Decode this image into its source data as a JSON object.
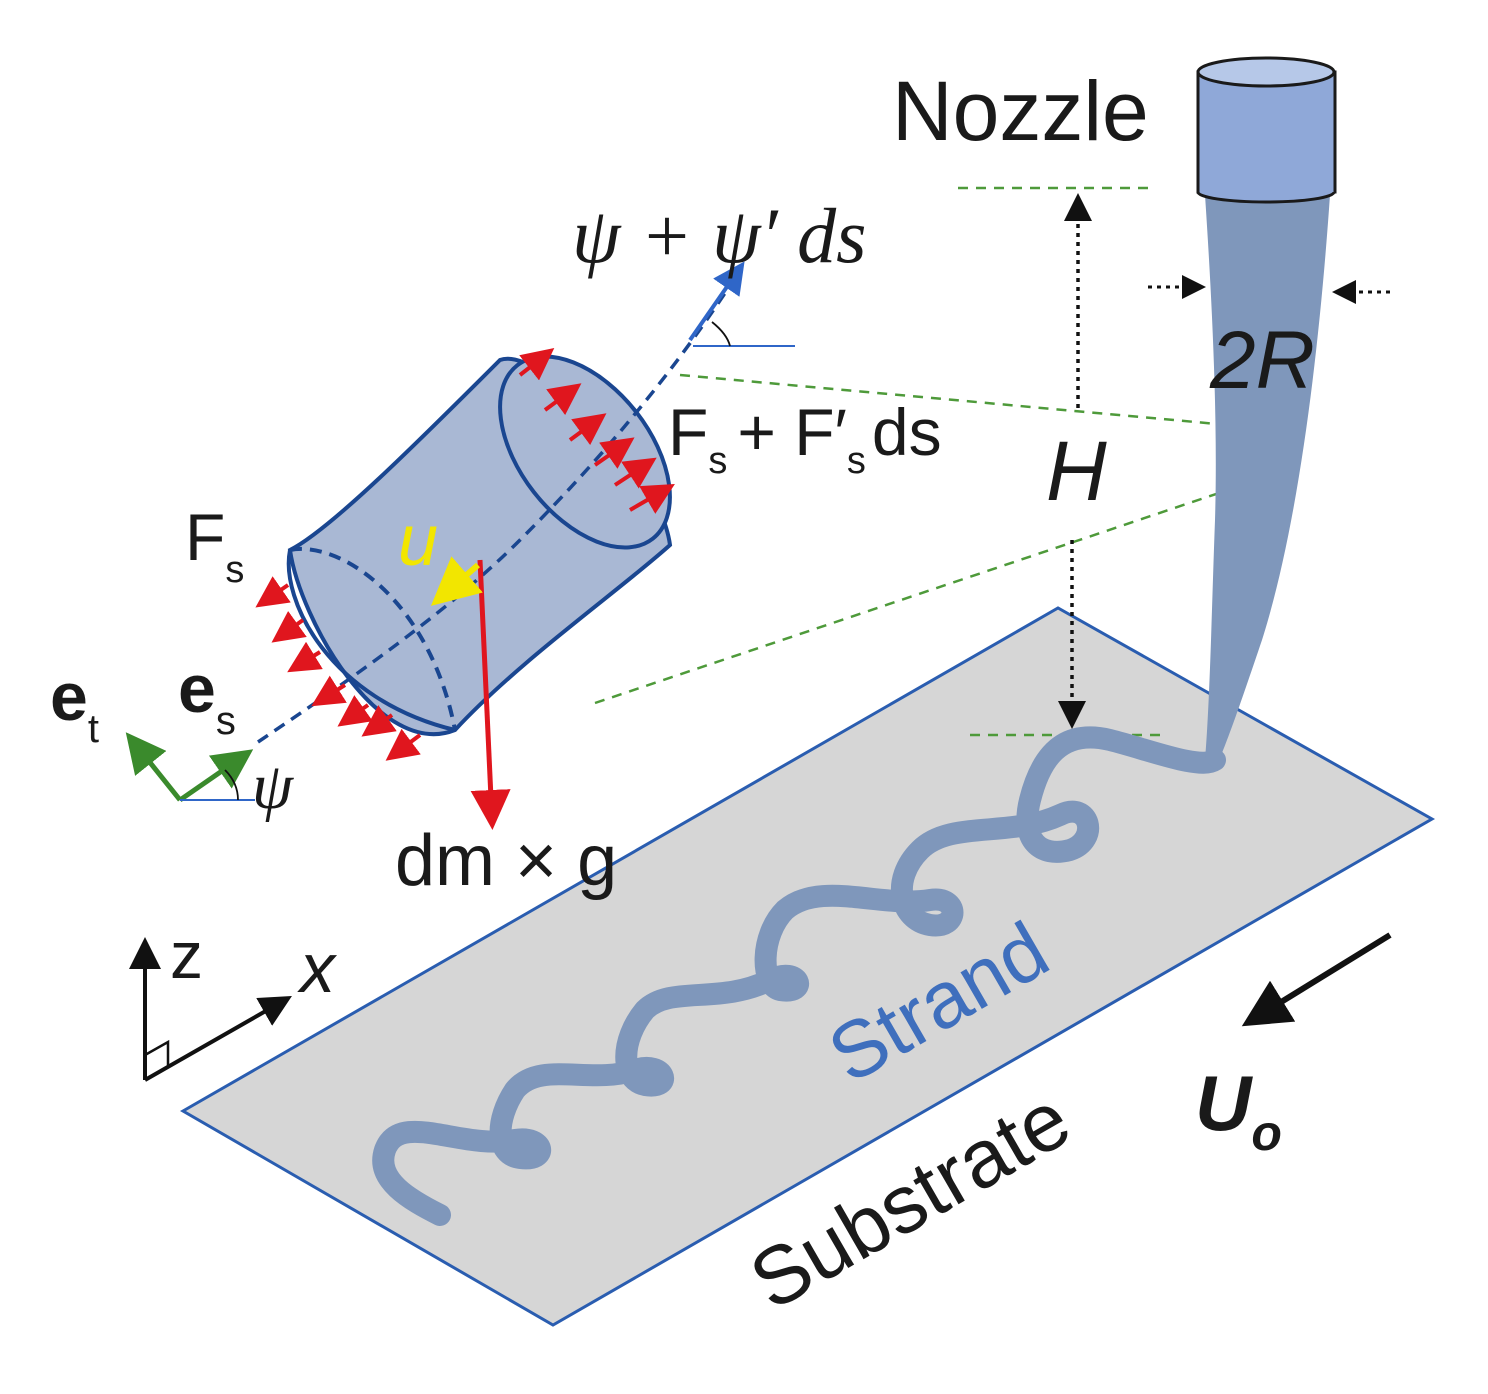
{
  "labels": {
    "nozzle": "Nozzle",
    "psi_plus": "ψ + ψ′ ds",
    "two_r": "2R",
    "fs_plus": "F",
    "fs_plus_sub": "s",
    "fs_plus_rest_a": "+ F′",
    "fs_plus_sub2": "s",
    "fs_plus_rest_b": "ds",
    "h": "H",
    "fs": "F",
    "fs_sub": "s",
    "u": "u",
    "e_t": "e",
    "e_t_sub": "t",
    "e_s": "e",
    "e_s_sub": "s",
    "psi": "ψ",
    "dmg": "dm × g",
    "z": "z",
    "x": "x",
    "strand": "Strand",
    "substrate": "Substrate",
    "u0": "U",
    "u0_sub": "o"
  },
  "colors": {
    "nozzle_fill": "#8fa8d8",
    "strand_fill": "#7f97bb",
    "substrate_fill": "#d6d6d6",
    "substrate_edge": "#2a5db0",
    "cylinder_fill": "#a9b8d4",
    "cylinder_edge": "#1a4690",
    "force_red": "#e0161e",
    "basis_green": "#3a8a2c",
    "guide_green": "#4e9a3a",
    "velocity_yellow": "#f2e600",
    "strand_text": "#3f6fbd",
    "axis_blue": "#2f66c8"
  }
}
